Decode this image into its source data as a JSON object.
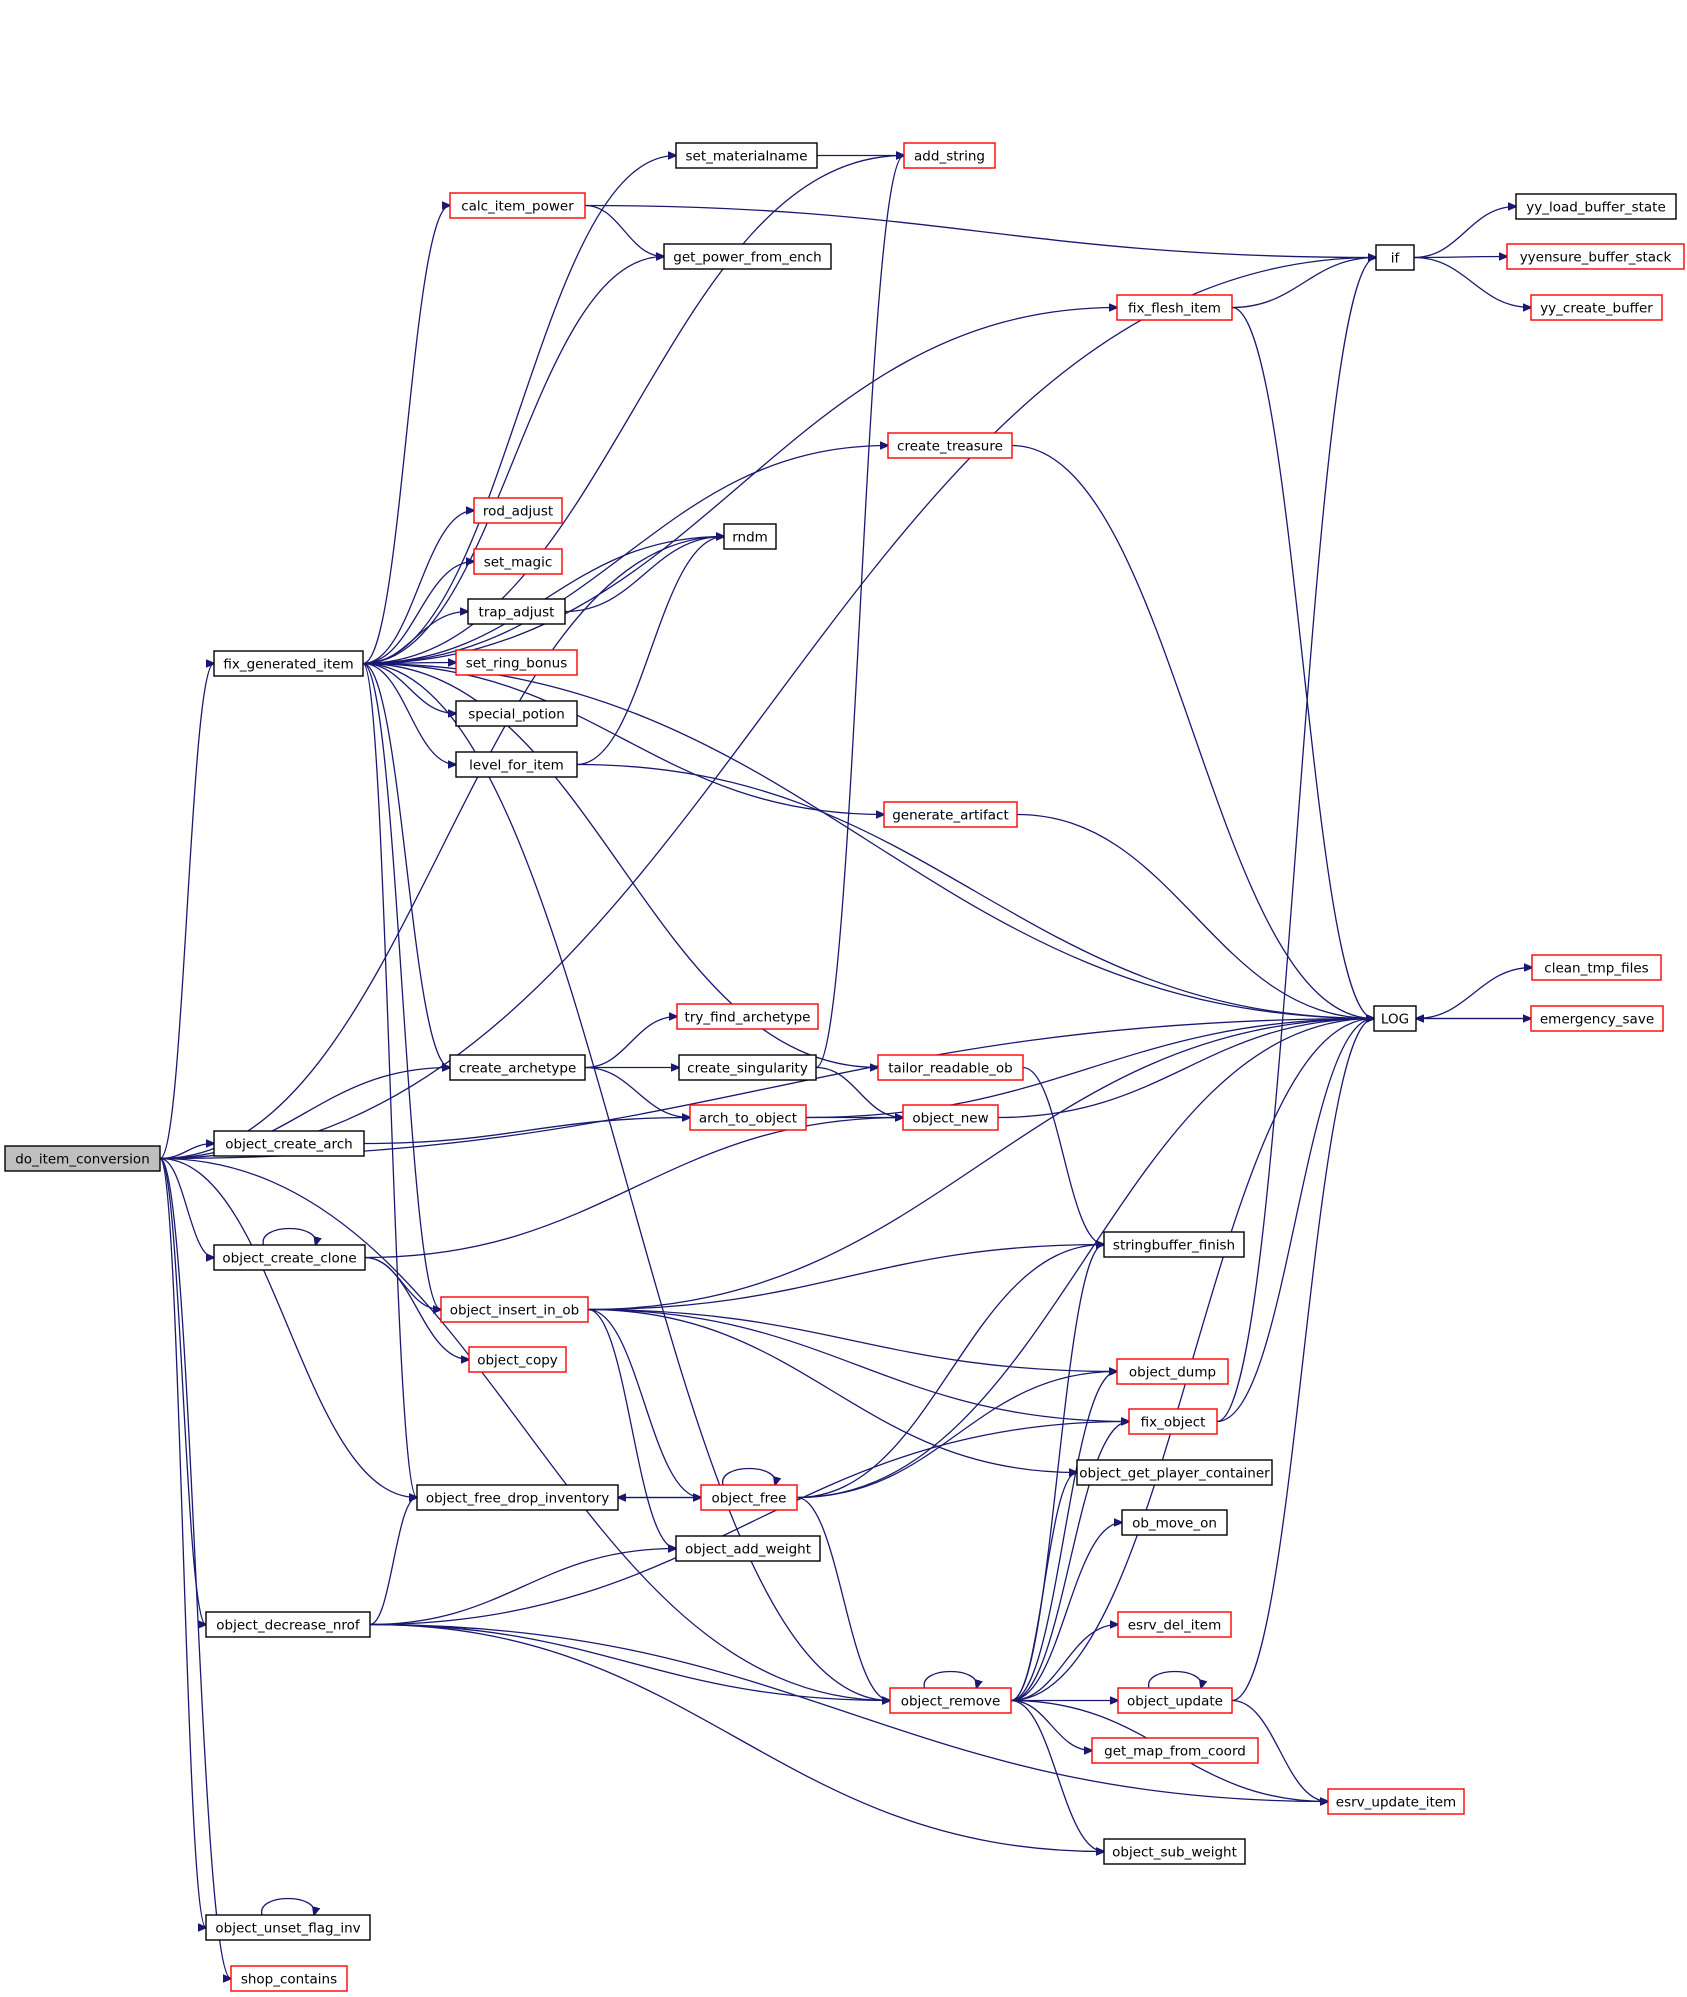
{
  "colors": {
    "edge": "#191970",
    "border_complete": "#000000",
    "border_truncated": "#ff0000",
    "root_fill": "#bfbfbf",
    "background": "#ffffff"
  },
  "nodes": [
    {
      "id": "do_item_conversion",
      "label": "do_item_conversion",
      "border": "black",
      "root": true
    },
    {
      "id": "fix_generated_item",
      "label": "fix_generated_item",
      "border": "black"
    },
    {
      "id": "create_archetype",
      "label": "create_archetype",
      "border": "black"
    },
    {
      "id": "object_create_arch",
      "label": "object_create_arch",
      "border": "black"
    },
    {
      "id": "object_create_clone",
      "label": "object_create_clone",
      "border": "black"
    },
    {
      "id": "object_free_drop_inventory",
      "label": "object_free_drop_inventory",
      "border": "black"
    },
    {
      "id": "object_decrease_nrof",
      "label": "object_decrease_nrof",
      "border": "black"
    },
    {
      "id": "object_unset_flag_inv",
      "label": "object_unset_flag_inv",
      "border": "black"
    },
    {
      "id": "shop_contains",
      "label": "shop_contains",
      "border": "red"
    },
    {
      "id": "calc_item_power",
      "label": "calc_item_power",
      "border": "red"
    },
    {
      "id": "rod_adjust",
      "label": "rod_adjust",
      "border": "red"
    },
    {
      "id": "set_magic",
      "label": "set_magic",
      "border": "red"
    },
    {
      "id": "trap_adjust",
      "label": "trap_adjust",
      "border": "black"
    },
    {
      "id": "set_ring_bonus",
      "label": "set_ring_bonus",
      "border": "red"
    },
    {
      "id": "special_potion",
      "label": "special_potion",
      "border": "black"
    },
    {
      "id": "level_for_item",
      "label": "level_for_item",
      "border": "black"
    },
    {
      "id": "object_insert_in_ob",
      "label": "object_insert_in_ob",
      "border": "red"
    },
    {
      "id": "object_copy",
      "label": "object_copy",
      "border": "red"
    },
    {
      "id": "set_materialname",
      "label": "set_materialname",
      "border": "black"
    },
    {
      "id": "get_power_from_ench",
      "label": "get_power_from_ench",
      "border": "black"
    },
    {
      "id": "rndm",
      "label": "rndm",
      "border": "black"
    },
    {
      "id": "try_find_archetype",
      "label": "try_find_archetype",
      "border": "red"
    },
    {
      "id": "create_singularity",
      "label": "create_singularity",
      "border": "black"
    },
    {
      "id": "arch_to_object",
      "label": "arch_to_object",
      "border": "red"
    },
    {
      "id": "object_free",
      "label": "object_free",
      "border": "red"
    },
    {
      "id": "object_add_weight",
      "label": "object_add_weight",
      "border": "black"
    },
    {
      "id": "add_string",
      "label": "add_string",
      "border": "red"
    },
    {
      "id": "create_treasure",
      "label": "create_treasure",
      "border": "red"
    },
    {
      "id": "generate_artifact",
      "label": "generate_artifact",
      "border": "red"
    },
    {
      "id": "tailor_readable_ob",
      "label": "tailor_readable_ob",
      "border": "red"
    },
    {
      "id": "object_new",
      "label": "object_new",
      "border": "red"
    },
    {
      "id": "object_remove",
      "label": "object_remove",
      "border": "red"
    },
    {
      "id": "fix_flesh_item",
      "label": "fix_flesh_item",
      "border": "red"
    },
    {
      "id": "stringbuffer_finish",
      "label": "stringbuffer_finish",
      "border": "black"
    },
    {
      "id": "object_dump",
      "label": "object_dump",
      "border": "red"
    },
    {
      "id": "fix_object",
      "label": "fix_object",
      "border": "red"
    },
    {
      "id": "object_get_player_container",
      "label": "object_get_player_container",
      "border": "black"
    },
    {
      "id": "ob_move_on",
      "label": "ob_move_on",
      "border": "black"
    },
    {
      "id": "esrv_del_item",
      "label": "esrv_del_item",
      "border": "red"
    },
    {
      "id": "object_update",
      "label": "object_update",
      "border": "red"
    },
    {
      "id": "get_map_from_coord",
      "label": "get_map_from_coord",
      "border": "red"
    },
    {
      "id": "object_sub_weight",
      "label": "object_sub_weight",
      "border": "black"
    },
    {
      "id": "if",
      "label": "if",
      "border": "black"
    },
    {
      "id": "LOG",
      "label": "LOG",
      "border": "black"
    },
    {
      "id": "esrv_update_item",
      "label": "esrv_update_item",
      "border": "red"
    },
    {
      "id": "yy_load_buffer_state",
      "label": "yy_load_buffer_state",
      "border": "black"
    },
    {
      "id": "yyensure_buffer_stack",
      "label": "yyensure_buffer_stack",
      "border": "red"
    },
    {
      "id": "yy_create_buffer",
      "label": "yy_create_buffer",
      "border": "red"
    },
    {
      "id": "clean_tmp_files",
      "label": "clean_tmp_files",
      "border": "red"
    },
    {
      "id": "emergency_save",
      "label": "emergency_save",
      "border": "red"
    }
  ],
  "edges": [
    [
      "do_item_conversion",
      "fix_generated_item"
    ],
    [
      "do_item_conversion",
      "create_archetype"
    ],
    [
      "do_item_conversion",
      "object_create_arch"
    ],
    [
      "do_item_conversion",
      "object_create_clone"
    ],
    [
      "do_item_conversion",
      "object_free_drop_inventory"
    ],
    [
      "do_item_conversion",
      "object_decrease_nrof"
    ],
    [
      "do_item_conversion",
      "object_unset_flag_inv"
    ],
    [
      "do_item_conversion",
      "shop_contains"
    ],
    [
      "do_item_conversion",
      "object_remove"
    ],
    [
      "do_item_conversion",
      "rndm"
    ],
    [
      "do_item_conversion",
      "if"
    ],
    [
      "do_item_conversion",
      "LOG"
    ],
    [
      "fix_generated_item",
      "calc_item_power"
    ],
    [
      "fix_generated_item",
      "get_power_from_ench"
    ],
    [
      "fix_generated_item",
      "set_materialname"
    ],
    [
      "fix_generated_item",
      "add_string"
    ],
    [
      "fix_generated_item",
      "fix_flesh_item"
    ],
    [
      "fix_generated_item",
      "create_treasure"
    ],
    [
      "fix_generated_item",
      "rndm"
    ],
    [
      "fix_generated_item",
      "rod_adjust"
    ],
    [
      "fix_generated_item",
      "set_magic"
    ],
    [
      "fix_generated_item",
      "trap_adjust"
    ],
    [
      "fix_generated_item",
      "set_ring_bonus"
    ],
    [
      "fix_generated_item",
      "special_potion"
    ],
    [
      "fix_generated_item",
      "level_for_item"
    ],
    [
      "fix_generated_item",
      "generate_artifact"
    ],
    [
      "fix_generated_item",
      "LOG"
    ],
    [
      "fix_generated_item",
      "object_remove"
    ],
    [
      "fix_generated_item",
      "tailor_readable_ob"
    ],
    [
      "fix_generated_item",
      "create_archetype"
    ],
    [
      "fix_generated_item",
      "object_insert_in_ob"
    ],
    [
      "fix_generated_item",
      "object_free_drop_inventory"
    ],
    [
      "set_materialname",
      "add_string"
    ],
    [
      "calc_item_power",
      "get_power_from_ench"
    ],
    [
      "calc_item_power",
      "if"
    ],
    [
      "trap_adjust",
      "rndm"
    ],
    [
      "level_for_item",
      "rndm"
    ],
    [
      "level_for_item",
      "LOG"
    ],
    [
      "create_archetype",
      "try_find_archetype"
    ],
    [
      "create_archetype",
      "create_singularity"
    ],
    [
      "create_archetype",
      "arch_to_object"
    ],
    [
      "create_singularity",
      "add_string"
    ],
    [
      "create_singularity",
      "object_new"
    ],
    [
      "arch_to_object",
      "object_new"
    ],
    [
      "arch_to_object",
      "LOG"
    ],
    [
      "object_create_arch",
      "arch_to_object"
    ],
    [
      "object_create_clone",
      "object_create_clone"
    ],
    [
      "object_create_clone",
      "object_new"
    ],
    [
      "object_create_clone",
      "object_insert_in_ob"
    ],
    [
      "object_create_clone",
      "object_copy"
    ],
    [
      "object_insert_in_ob",
      "stringbuffer_finish"
    ],
    [
      "object_insert_in_ob",
      "LOG"
    ],
    [
      "object_insert_in_ob",
      "object_dump"
    ],
    [
      "object_insert_in_ob",
      "fix_object"
    ],
    [
      "object_insert_in_ob",
      "object_get_player_container"
    ],
    [
      "object_insert_in_ob",
      "object_free"
    ],
    [
      "object_insert_in_ob",
      "object_add_weight"
    ],
    [
      "object_free_drop_inventory",
      "object_free"
    ],
    [
      "object_free",
      "object_free"
    ],
    [
      "object_free",
      "object_free_drop_inventory"
    ],
    [
      "object_free",
      "stringbuffer_finish"
    ],
    [
      "object_free",
      "LOG"
    ],
    [
      "object_free",
      "object_dump"
    ],
    [
      "object_free",
      "object_remove"
    ],
    [
      "object_decrease_nrof",
      "object_free_drop_inventory"
    ],
    [
      "object_decrease_nrof",
      "object_add_weight"
    ],
    [
      "object_decrease_nrof",
      "fix_object"
    ],
    [
      "object_decrease_nrof",
      "object_remove"
    ],
    [
      "object_decrease_nrof",
      "object_sub_weight"
    ],
    [
      "object_decrease_nrof",
      "esrv_update_item"
    ],
    [
      "object_unset_flag_inv",
      "object_unset_flag_inv"
    ],
    [
      "tailor_readable_ob",
      "stringbuffer_finish"
    ],
    [
      "object_new",
      "LOG"
    ],
    [
      "create_treasure",
      "LOG"
    ],
    [
      "generate_artifact",
      "LOG"
    ],
    [
      "fix_flesh_item",
      "if"
    ],
    [
      "fix_flesh_item",
      "LOG"
    ],
    [
      "object_remove",
      "object_remove"
    ],
    [
      "object_remove",
      "stringbuffer_finish"
    ],
    [
      "object_remove",
      "object_dump"
    ],
    [
      "object_remove",
      "fix_object"
    ],
    [
      "object_remove",
      "object_get_player_container"
    ],
    [
      "object_remove",
      "ob_move_on"
    ],
    [
      "object_remove",
      "esrv_del_item"
    ],
    [
      "object_remove",
      "object_update"
    ],
    [
      "object_remove",
      "get_map_from_coord"
    ],
    [
      "object_remove",
      "esrv_update_item"
    ],
    [
      "object_remove",
      "object_sub_weight"
    ],
    [
      "object_remove",
      "LOG"
    ],
    [
      "fix_object",
      "if"
    ],
    [
      "fix_object",
      "LOG"
    ],
    [
      "object_update",
      "object_update"
    ],
    [
      "object_update",
      "LOG"
    ],
    [
      "object_update",
      "esrv_update_item"
    ],
    [
      "if",
      "yy_load_buffer_state"
    ],
    [
      "if",
      "yyensure_buffer_stack"
    ],
    [
      "if",
      "yy_create_buffer"
    ],
    [
      "LOG",
      "clean_tmp_files"
    ],
    [
      "LOG",
      "emergency_save"
    ],
    [
      "emergency_save",
      "LOG"
    ]
  ]
}
